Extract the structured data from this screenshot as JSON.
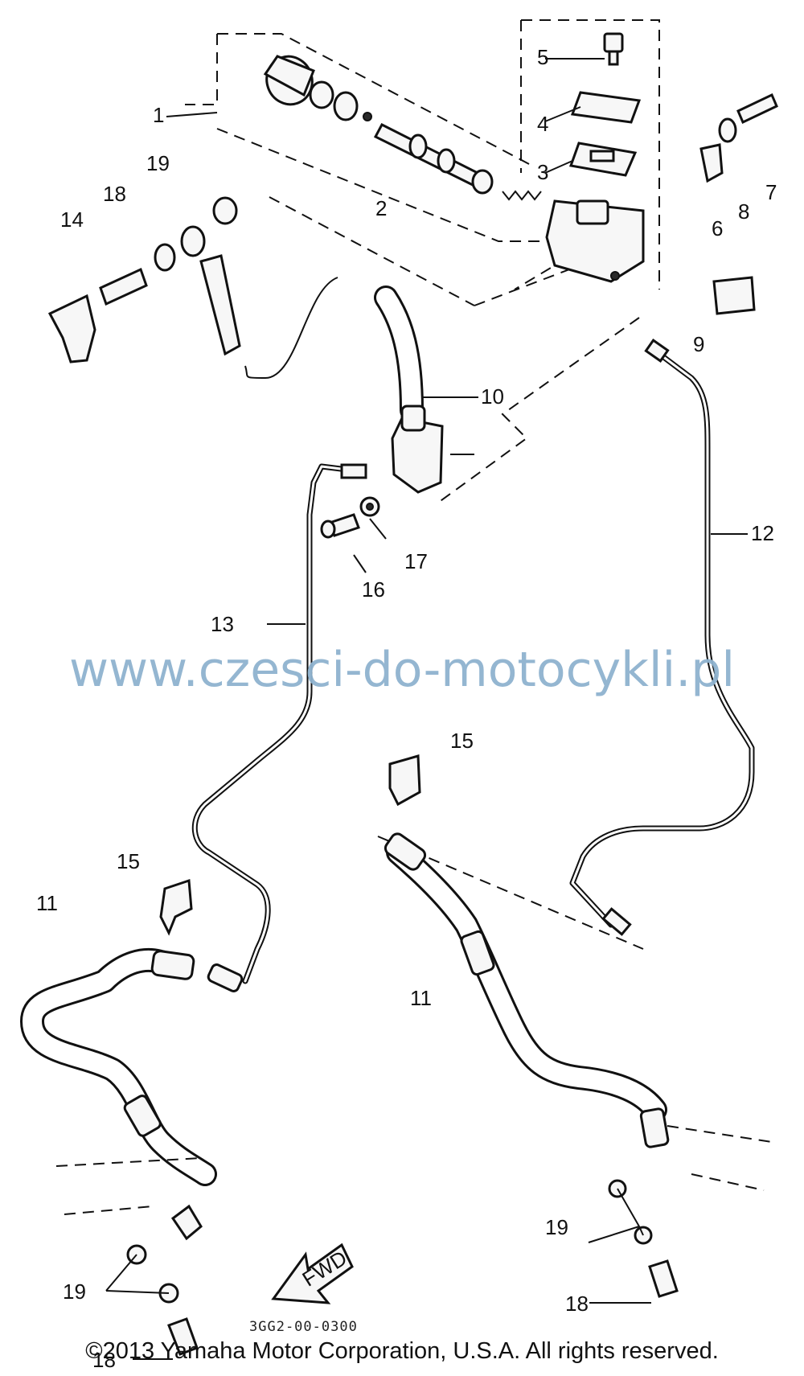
{
  "callouts": {
    "c1": "1",
    "c2": "2",
    "c3": "3",
    "c4": "4",
    "c5": "5",
    "c6": "6",
    "c7": "7",
    "c8": "8",
    "c9": "9",
    "c10": "10",
    "c12": "12",
    "c13": "13",
    "c14": "14",
    "c16": "16",
    "c17": "17",
    "c18_top": "18",
    "c19_top": "19",
    "c15_left": "15",
    "c15_right": "15",
    "c11_left": "11",
    "c11_right": "11",
    "c19_bl": "19",
    "c18_bl": "18",
    "c19_br": "19",
    "c18_br": "18"
  },
  "fwd_label": "FWD",
  "diagram_code": "3GG2-00-0300",
  "watermark": "www.czesci-do-motocykli.pl",
  "copyright": "©2013 Yamaha Motor Corporation, U.S.A. All rights reserved."
}
